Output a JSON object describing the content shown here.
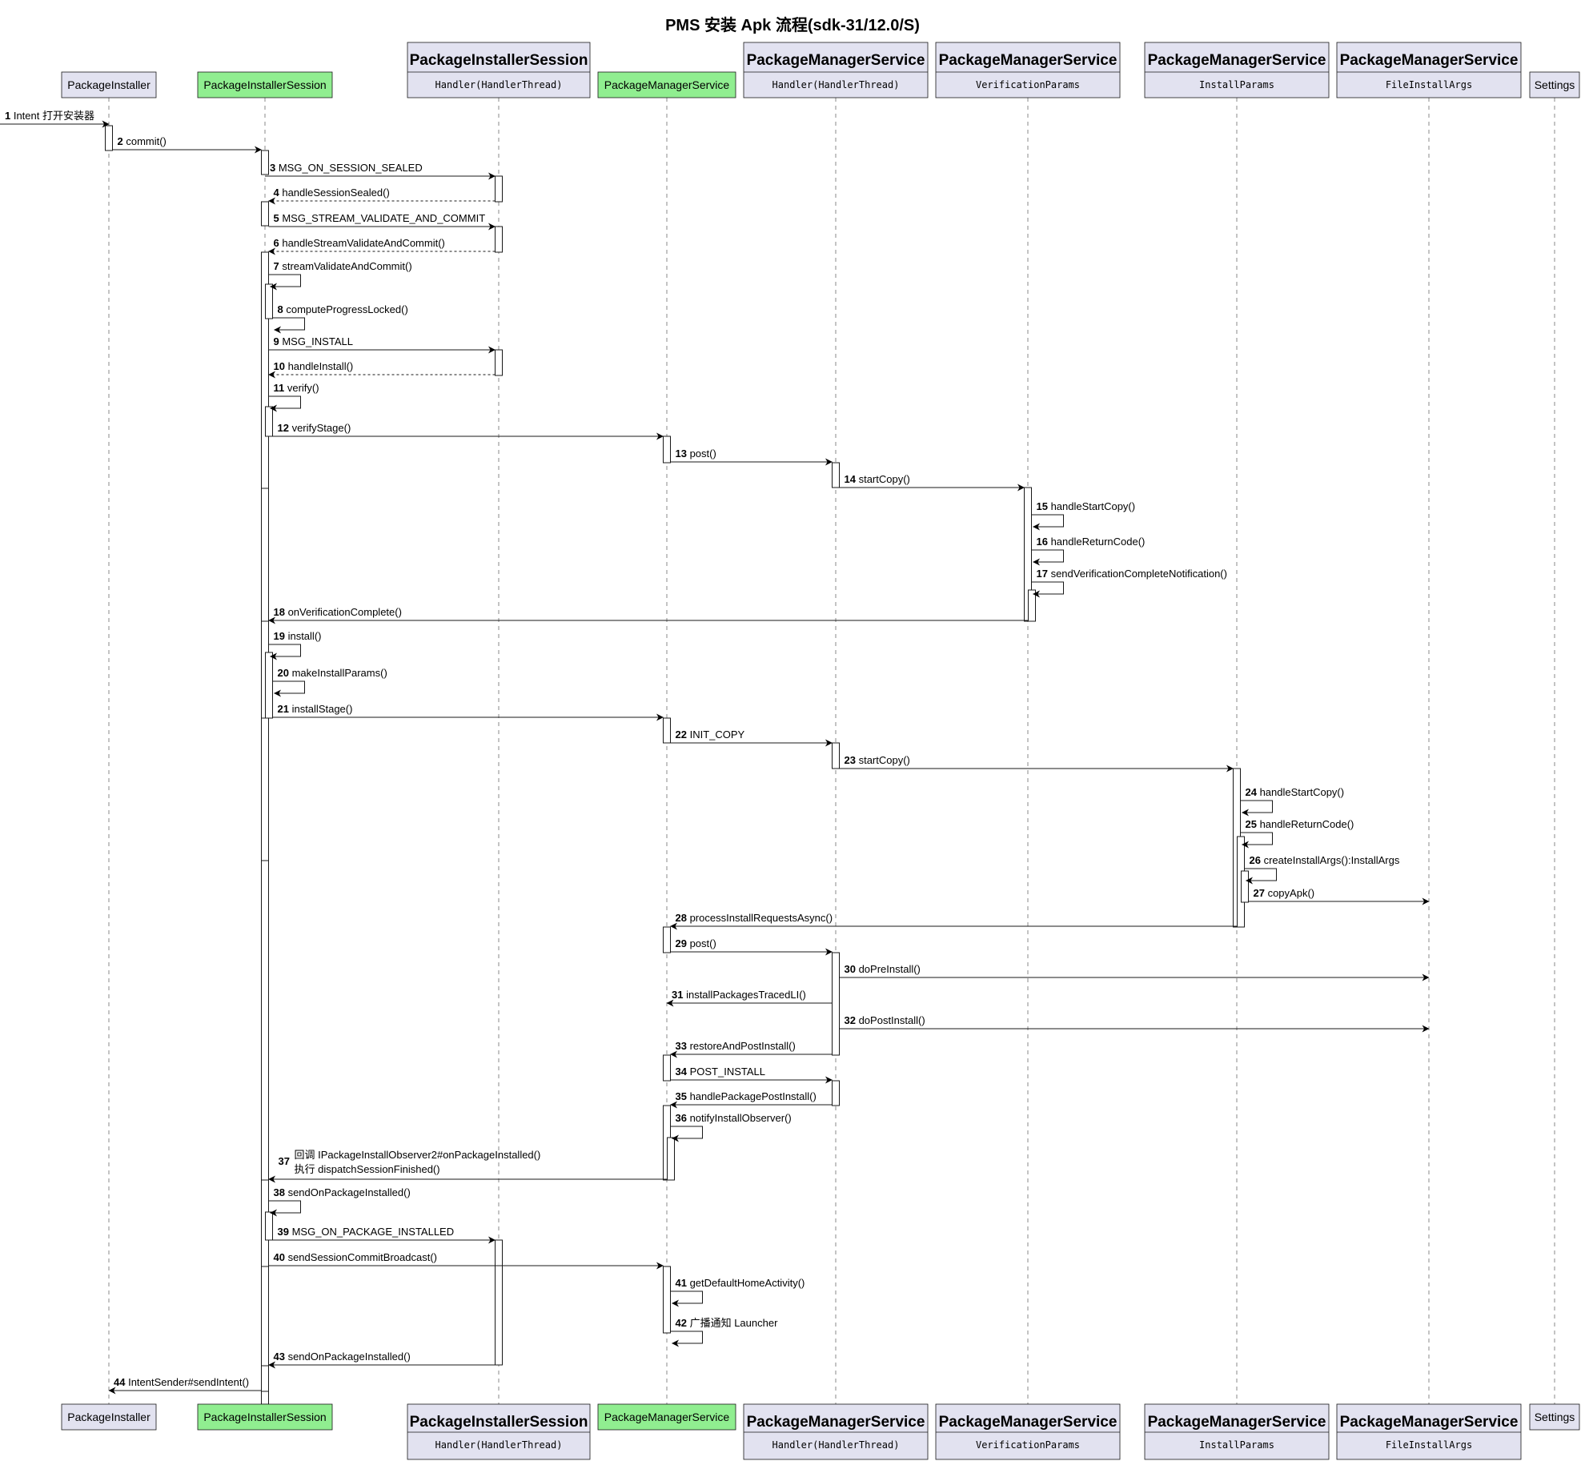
{
  "title": "PMS 安装 Apk 流程(sdk-31/12.0/S)",
  "colors": {
    "highlight": "#90ee90",
    "box": "#e2e2f0",
    "line": "#000000",
    "lifeline": "#888888"
  },
  "participants": [
    {
      "name": "PackageInstaller",
      "sub": "",
      "highlight": false
    },
    {
      "name": "PackageInstallerSession",
      "sub": "",
      "highlight": true
    },
    {
      "name": "PackageInstallerSession",
      "sub": "Handler(HandlerThread)",
      "highlight": false
    },
    {
      "name": "PackageManagerService",
      "sub": "",
      "highlight": true
    },
    {
      "name": "PackageManagerService",
      "sub": "Handler(HandlerThread)",
      "highlight": false
    },
    {
      "name": "PackageManagerService",
      "sub": "VerificationParams",
      "highlight": false
    },
    {
      "name": "PackageManagerService",
      "sub": "InstallParams",
      "highlight": false
    },
    {
      "name": "PackageManagerService",
      "sub": "FileInstallArgs",
      "highlight": false
    },
    {
      "name": "Settings",
      "sub": "",
      "highlight": false
    }
  ],
  "messages": [
    {
      "n": "1",
      "from": -1,
      "to": 0,
      "text": "Intent 打开安装器",
      "style": "solid"
    },
    {
      "n": "2",
      "from": 0,
      "to": 1,
      "text": "commit()",
      "style": "solid"
    },
    {
      "n": "3",
      "from": 1,
      "to": 2,
      "text": "MSG_ON_SESSION_SEALED",
      "style": "solid"
    },
    {
      "n": "4",
      "from": 2,
      "to": 1,
      "text": "handleSessionSealed()",
      "style": "dashed"
    },
    {
      "n": "5",
      "from": 1,
      "to": 2,
      "text": "MSG_STREAM_VALIDATE_AND_COMMIT",
      "style": "solid"
    },
    {
      "n": "6",
      "from": 2,
      "to": 1,
      "text": "handleStreamValidateAndCommit()",
      "style": "dashed"
    },
    {
      "n": "7",
      "from": 1,
      "to": 1,
      "text": "streamValidateAndCommit()",
      "style": "self"
    },
    {
      "n": "8",
      "from": 1,
      "to": 1,
      "text": "computeProgressLocked()",
      "style": "self"
    },
    {
      "n": "9",
      "from": 1,
      "to": 2,
      "text": "MSG_INSTALL",
      "style": "solid"
    },
    {
      "n": "10",
      "from": 2,
      "to": 1,
      "text": "handleInstall()",
      "style": "dashed"
    },
    {
      "n": "11",
      "from": 1,
      "to": 1,
      "text": "verify()",
      "style": "self"
    },
    {
      "n": "12",
      "from": 1,
      "to": 3,
      "text": "verifyStage()",
      "style": "solid"
    },
    {
      "n": "13",
      "from": 3,
      "to": 4,
      "text": "post()",
      "style": "solid"
    },
    {
      "n": "14",
      "from": 4,
      "to": 5,
      "text": "startCopy()",
      "style": "solid"
    },
    {
      "n": "15",
      "from": 5,
      "to": 5,
      "text": "handleStartCopy()",
      "style": "self"
    },
    {
      "n": "16",
      "from": 5,
      "to": 5,
      "text": "handleReturnCode()",
      "style": "self"
    },
    {
      "n": "17",
      "from": 5,
      "to": 5,
      "text": "sendVerificationCompleteNotification()",
      "style": "self"
    },
    {
      "n": "18",
      "from": 5,
      "to": 1,
      "text": "onVerificationComplete()",
      "style": "solid"
    },
    {
      "n": "19",
      "from": 1,
      "to": 1,
      "text": "install()",
      "style": "self"
    },
    {
      "n": "20",
      "from": 1,
      "to": 1,
      "text": "makeInstallParams()",
      "style": "self"
    },
    {
      "n": "21",
      "from": 1,
      "to": 3,
      "text": "installStage()",
      "style": "solid"
    },
    {
      "n": "22",
      "from": 3,
      "to": 4,
      "text": "INIT_COPY",
      "style": "solid"
    },
    {
      "n": "23",
      "from": 4,
      "to": 6,
      "text": "startCopy()",
      "style": "solid"
    },
    {
      "n": "24",
      "from": 6,
      "to": 6,
      "text": "handleStartCopy()",
      "style": "self"
    },
    {
      "n": "25",
      "from": 6,
      "to": 6,
      "text": "handleReturnCode()",
      "style": "self"
    },
    {
      "n": "26",
      "from": 6,
      "to": 6,
      "text": "createInstallArgs():InstallArgs",
      "style": "self"
    },
    {
      "n": "27",
      "from": 6,
      "to": 7,
      "text": "copyApk()",
      "style": "solid"
    },
    {
      "n": "28",
      "from": 6,
      "to": 3,
      "text": "processInstallRequestsAsync()",
      "style": "solid"
    },
    {
      "n": "29",
      "from": 3,
      "to": 4,
      "text": "post()",
      "style": "solid"
    },
    {
      "n": "30",
      "from": 4,
      "to": 7,
      "text": "doPreInstall()",
      "style": "solid"
    },
    {
      "n": "31",
      "from": 4,
      "to": 3,
      "text": "installPackagesTracedLI()",
      "style": "solid"
    },
    {
      "n": "32",
      "from": 4,
      "to": 7,
      "text": "doPostInstall()",
      "style": "solid"
    },
    {
      "n": "33",
      "from": 4,
      "to": 3,
      "text": "restoreAndPostInstall()",
      "style": "solid"
    },
    {
      "n": "34",
      "from": 3,
      "to": 4,
      "text": "POST_INSTALL",
      "style": "solid"
    },
    {
      "n": "35",
      "from": 4,
      "to": 3,
      "text": "handlePackagePostInstall()",
      "style": "solid"
    },
    {
      "n": "36",
      "from": 3,
      "to": 3,
      "text": "notifyInstallObserver()",
      "style": "self"
    },
    {
      "n": "37",
      "from": 3,
      "to": 1,
      "text": "回调 IPackageInstallObserver2#onPackageInstalled()",
      "text2": " 执行 dispatchSessionFinished()",
      "style": "solid"
    },
    {
      "n": "38",
      "from": 1,
      "to": 1,
      "text": "sendOnPackageInstalled()",
      "style": "self"
    },
    {
      "n": "39",
      "from": 1,
      "to": 2,
      "text": "MSG_ON_PACKAGE_INSTALLED",
      "style": "solid"
    },
    {
      "n": "40",
      "from": 1,
      "to": 3,
      "text": "sendSessionCommitBroadcast()",
      "style": "solid"
    },
    {
      "n": "41",
      "from": 3,
      "to": 3,
      "text": "getDefaultHomeActivity()",
      "style": "self"
    },
    {
      "n": "42",
      "from": 3,
      "to": 3,
      "text": "广播通知 Launcher",
      "style": "self"
    },
    {
      "n": "43",
      "from": 2,
      "to": 1,
      "text": "sendOnPackageInstalled()",
      "style": "solid"
    },
    {
      "n": "44",
      "from": 1,
      "to": 0,
      "text": "IntentSender#sendIntent()",
      "style": "solid"
    }
  ]
}
